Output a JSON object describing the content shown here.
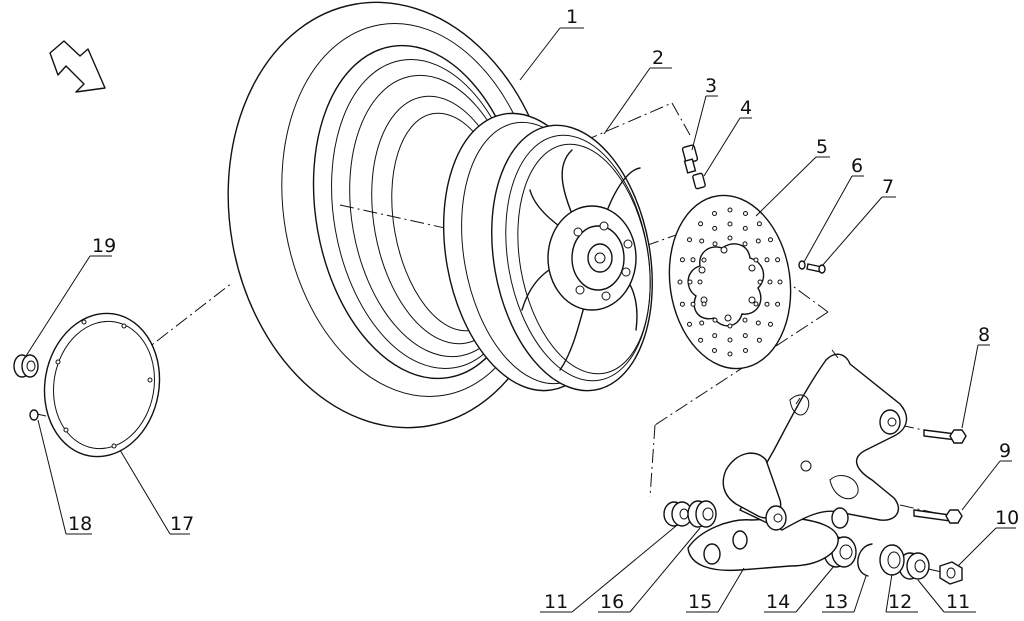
{
  "labels": {
    "p1": "1",
    "p2": "2",
    "p3": "3",
    "p4": "4",
    "p5": "5",
    "p6": "6",
    "p7": "7",
    "p8": "8",
    "p9": "9",
    "p10": "10",
    "p11a": "11",
    "p11b": "11",
    "p12": "12",
    "p13": "13",
    "p14": "14",
    "p15": "15",
    "p16": "16",
    "p17": "17",
    "p18": "18",
    "p19": "19"
  },
  "icons": {
    "direction": "hollow-arrow-icon"
  }
}
